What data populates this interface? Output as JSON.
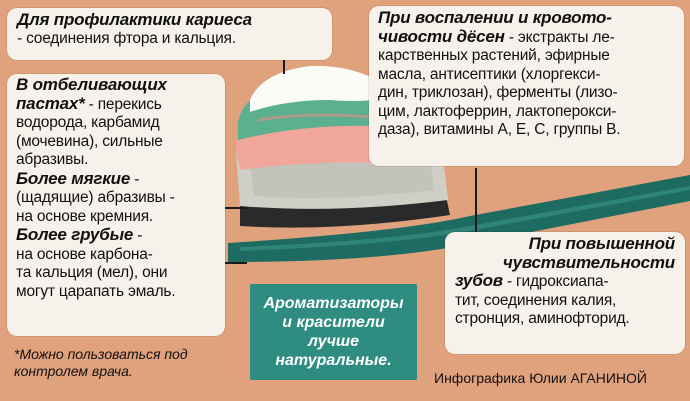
{
  "colors": {
    "background": "#e0a27d",
    "box": "#f6f1ea",
    "accent_teal": "#2f8c80",
    "brush_handle": "#1e6b62",
    "paste_green": "#5ab08f",
    "paste_pink": "#f0a69a",
    "bristles": "#cfcfc7"
  },
  "caries": {
    "heading": "Для профилактики кариеса",
    "text": "- соединения фтора и кальция."
  },
  "gums": {
    "heading": "При воспалении и кровото-",
    "heading2": "чивости дёсен",
    "text": " - экстракты ле-",
    "lines": [
      "карственных растений, эфирные",
      "масла, антисептики (хлоргекси-",
      "дин, триклозан), ферменты (лизо-",
      "цим, лактоферрин, лактоперокси-",
      "даза), витамины А, Е, С, группы В."
    ]
  },
  "whitening": {
    "heading1": "В отбеливающих",
    "heading2": "пастах*",
    "l2": " - перекись",
    "l3": "водорода, карбамид",
    "l4": "(мочевина), сильные",
    "l5": "абразивы.",
    "soft_heading": "Более мягкие",
    "soft_l1": " -",
    "soft_l2": "(щадящие) абразивы -",
    "soft_l3": "на основе кремния.",
    "rough_heading": "Более грубые",
    "rough_l1": " -",
    "rough_l2": "на основе карбона-",
    "rough_l3": "та кальция (мел), они",
    "rough_l4": "могут царапать эмаль."
  },
  "sensitive": {
    "heading1": "При повышенной",
    "heading2": "чувствительности",
    "heading3": "зубов",
    "l3": " - гидроксиапа-",
    "l4": "тит, соединения калия,",
    "l5": "стронция, аминофторид."
  },
  "aroma": {
    "l1": "Ароматизаторы",
    "l2": "и красители",
    "l3": "лучше",
    "l4": "натуральные."
  },
  "footnote": {
    "l1": "*Можно пользоваться под",
    "l2": "контролем врача."
  },
  "credit": "Инфографика Юлии АГАНИНОЙ"
}
